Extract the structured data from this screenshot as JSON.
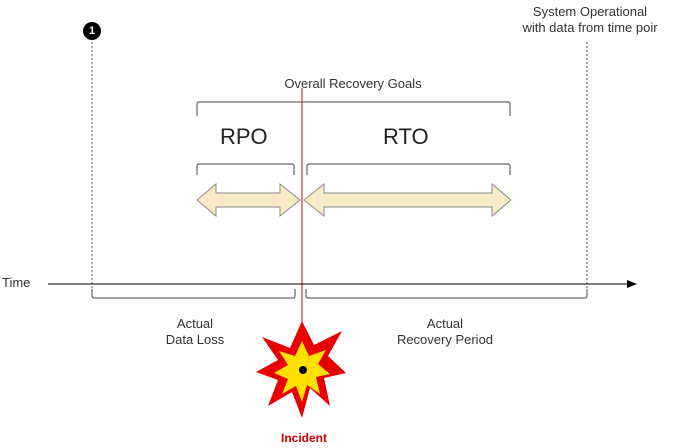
{
  "marker": {
    "number": "1"
  },
  "labels": {
    "system_operational_line1": "System Operational",
    "system_operational_line2": "with data from time poir",
    "overall_goals": "Overall Recovery Goals",
    "rpo": "RPO",
    "rto": "RTO",
    "time": "Time",
    "data_loss_line1": "Actual",
    "data_loss_line2": "Data Loss",
    "recovery_period_line1": "Actual",
    "recovery_period_line2": "Recovery Period",
    "incident": "Incident"
  },
  "colors": {
    "incident_line": "#e03030",
    "arrow_fill": "#faeac8",
    "arrow_stroke": "#8a8a8a",
    "explosion_outer": "#e80000",
    "explosion_inner": "#ffe000",
    "incident_text": "#d40000"
  },
  "icons": {
    "incident": "explosion-icon",
    "marker": "numbered-circle-icon"
  }
}
